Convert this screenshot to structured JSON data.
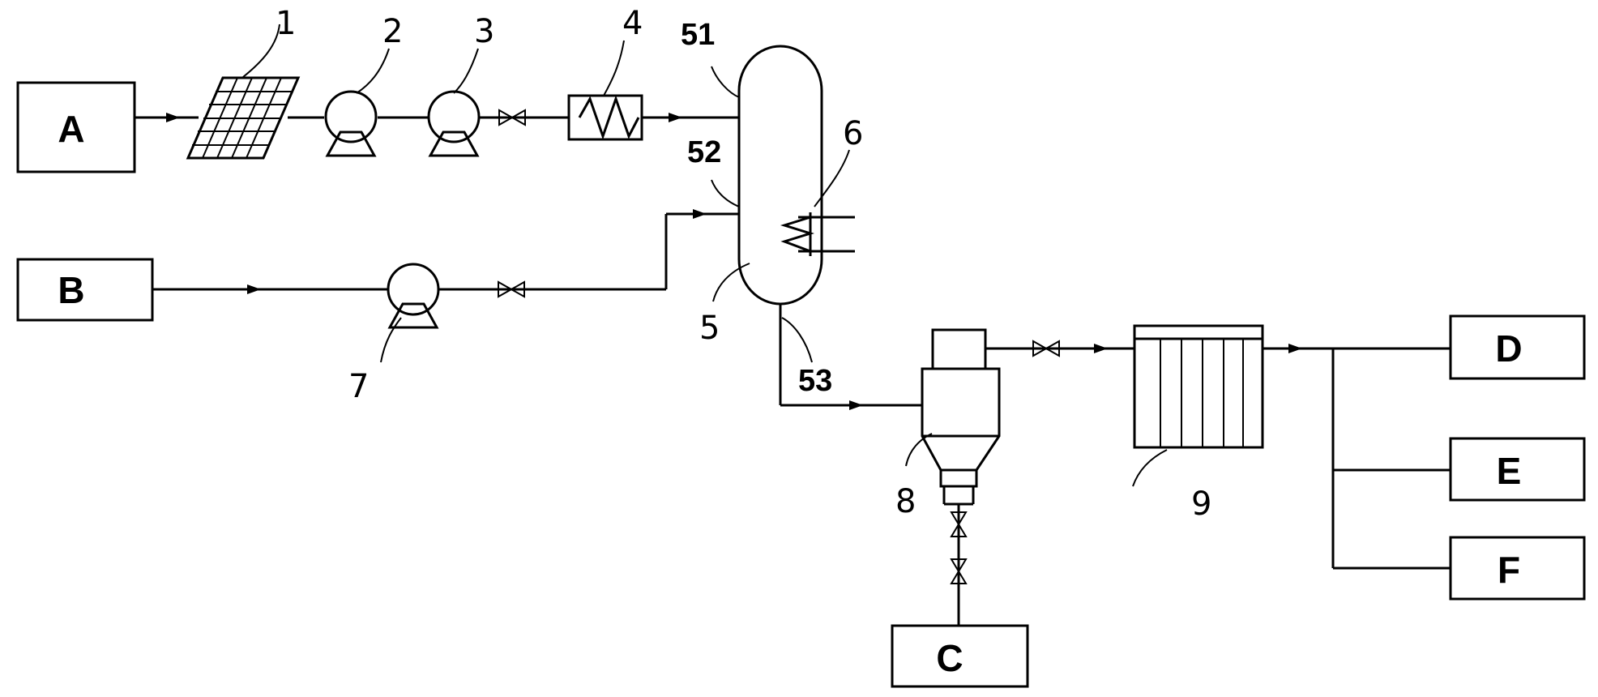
{
  "boxes": {
    "A": "A",
    "B": "B",
    "C": "C",
    "D": "D",
    "E": "E",
    "F": "F"
  },
  "labels": {
    "n1": "1",
    "n2": "2",
    "n3": "3",
    "n4": "4",
    "n5": "5",
    "n6": "6",
    "n7": "7",
    "n8": "8",
    "n9": "9",
    "n51": "51",
    "n52": "52",
    "n53": "53"
  }
}
